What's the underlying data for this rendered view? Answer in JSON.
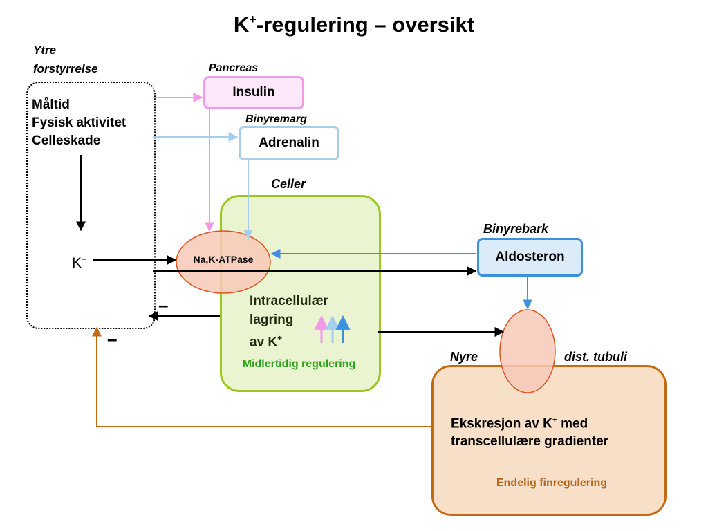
{
  "title": {
    "main": "K",
    "sup": "+",
    "rest": "-regulering – oversikt"
  },
  "labels": {
    "external_title_1": "Ytre",
    "external_title_2": "forstyrrelse",
    "pancreas": "Pancreas",
    "binyremarg": "Binyremarg",
    "celler": "Celler",
    "binyrebark": "Binyrebark",
    "nyre": "Nyre",
    "dist_tubuli": "dist. tubuli"
  },
  "external": {
    "items": [
      "Måltid",
      "Fysisk aktivitet",
      "Celleskade"
    ]
  },
  "k_plus": {
    "base": "K",
    "sup": "+"
  },
  "hormones": {
    "insulin": "Insulin",
    "adrenalin": "Adrenalin",
    "aldosteron": "Aldosteron"
  },
  "atpase": "Na,K-ATPase",
  "cells": {
    "line1": "Intracellulær",
    "line2": "lagring",
    "line3_base": "av K",
    "line3_sup": "+",
    "regulation": "Midlertidig regulering"
  },
  "kidney": {
    "line1_base": "Ekskresjon av K",
    "line1_sup": "+",
    "line1_end": " med",
    "line2": "transcellulære gradienter",
    "regulation": "Endelig finregulering"
  },
  "minus_signs": [
    "–",
    "–"
  ],
  "colors": {
    "insulin": "#f09ae9",
    "adrenalin": "#a6cdec",
    "aldosteron": "#3d8fe0",
    "cells": "#9bc721",
    "kidney": "#c46b12",
    "atpase_fill": "#f8c9b8",
    "atpase_stroke": "#e0521f"
  }
}
